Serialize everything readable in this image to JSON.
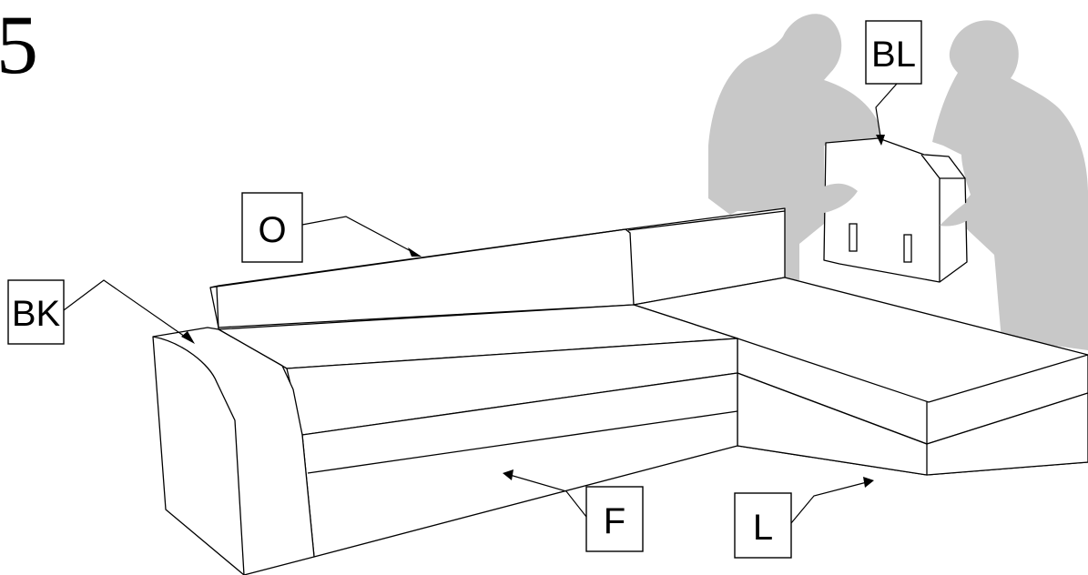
{
  "step": {
    "number": "5"
  },
  "labels": {
    "bl": "BL",
    "o": "O",
    "bk": "BK",
    "f": "F",
    "l": "L"
  },
  "colors": {
    "figures": "#c8c8c8",
    "outline": "#000000",
    "background": "#ffffff"
  }
}
